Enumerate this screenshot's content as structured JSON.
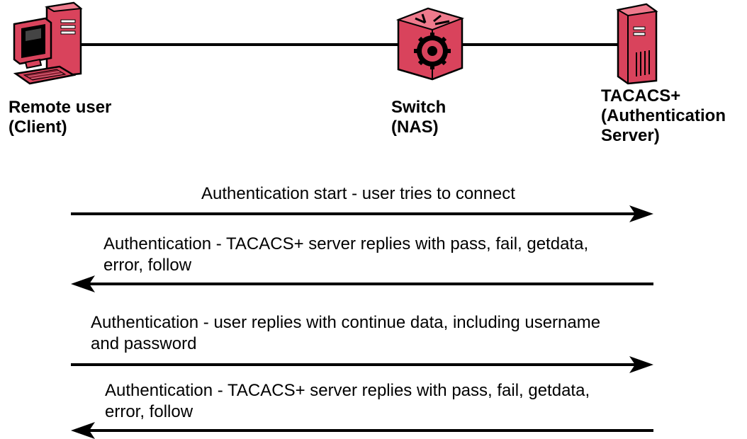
{
  "nodes": [
    {
      "id": "client",
      "label": "Remote user\n(Client)",
      "icon": "computer-icon"
    },
    {
      "id": "switch",
      "label": "Switch\n(NAS)",
      "icon": "router-switch-icon"
    },
    {
      "id": "server",
      "label": "TACACS+\n(Authentication\nServer)",
      "icon": "server-icon"
    }
  ],
  "messages": [
    {
      "text": "Authentication start - user tries to connect",
      "direction": "right"
    },
    {
      "text": "Authentication - TACACS+ server replies with  pass, fail, getdata,\nerror, follow",
      "direction": "left"
    },
    {
      "text": "Authentication - user replies with continue data, including username\nand password",
      "direction": "right"
    },
    {
      "text": "Authentication - TACACS+ server replies with pass, fail, getdata,\nerror, follow",
      "direction": "left"
    }
  ],
  "colors": {
    "device_fill": "#d9435c",
    "device_light": "#ee7a8c",
    "device_dark": "#8c1f33",
    "line": "#000000"
  }
}
